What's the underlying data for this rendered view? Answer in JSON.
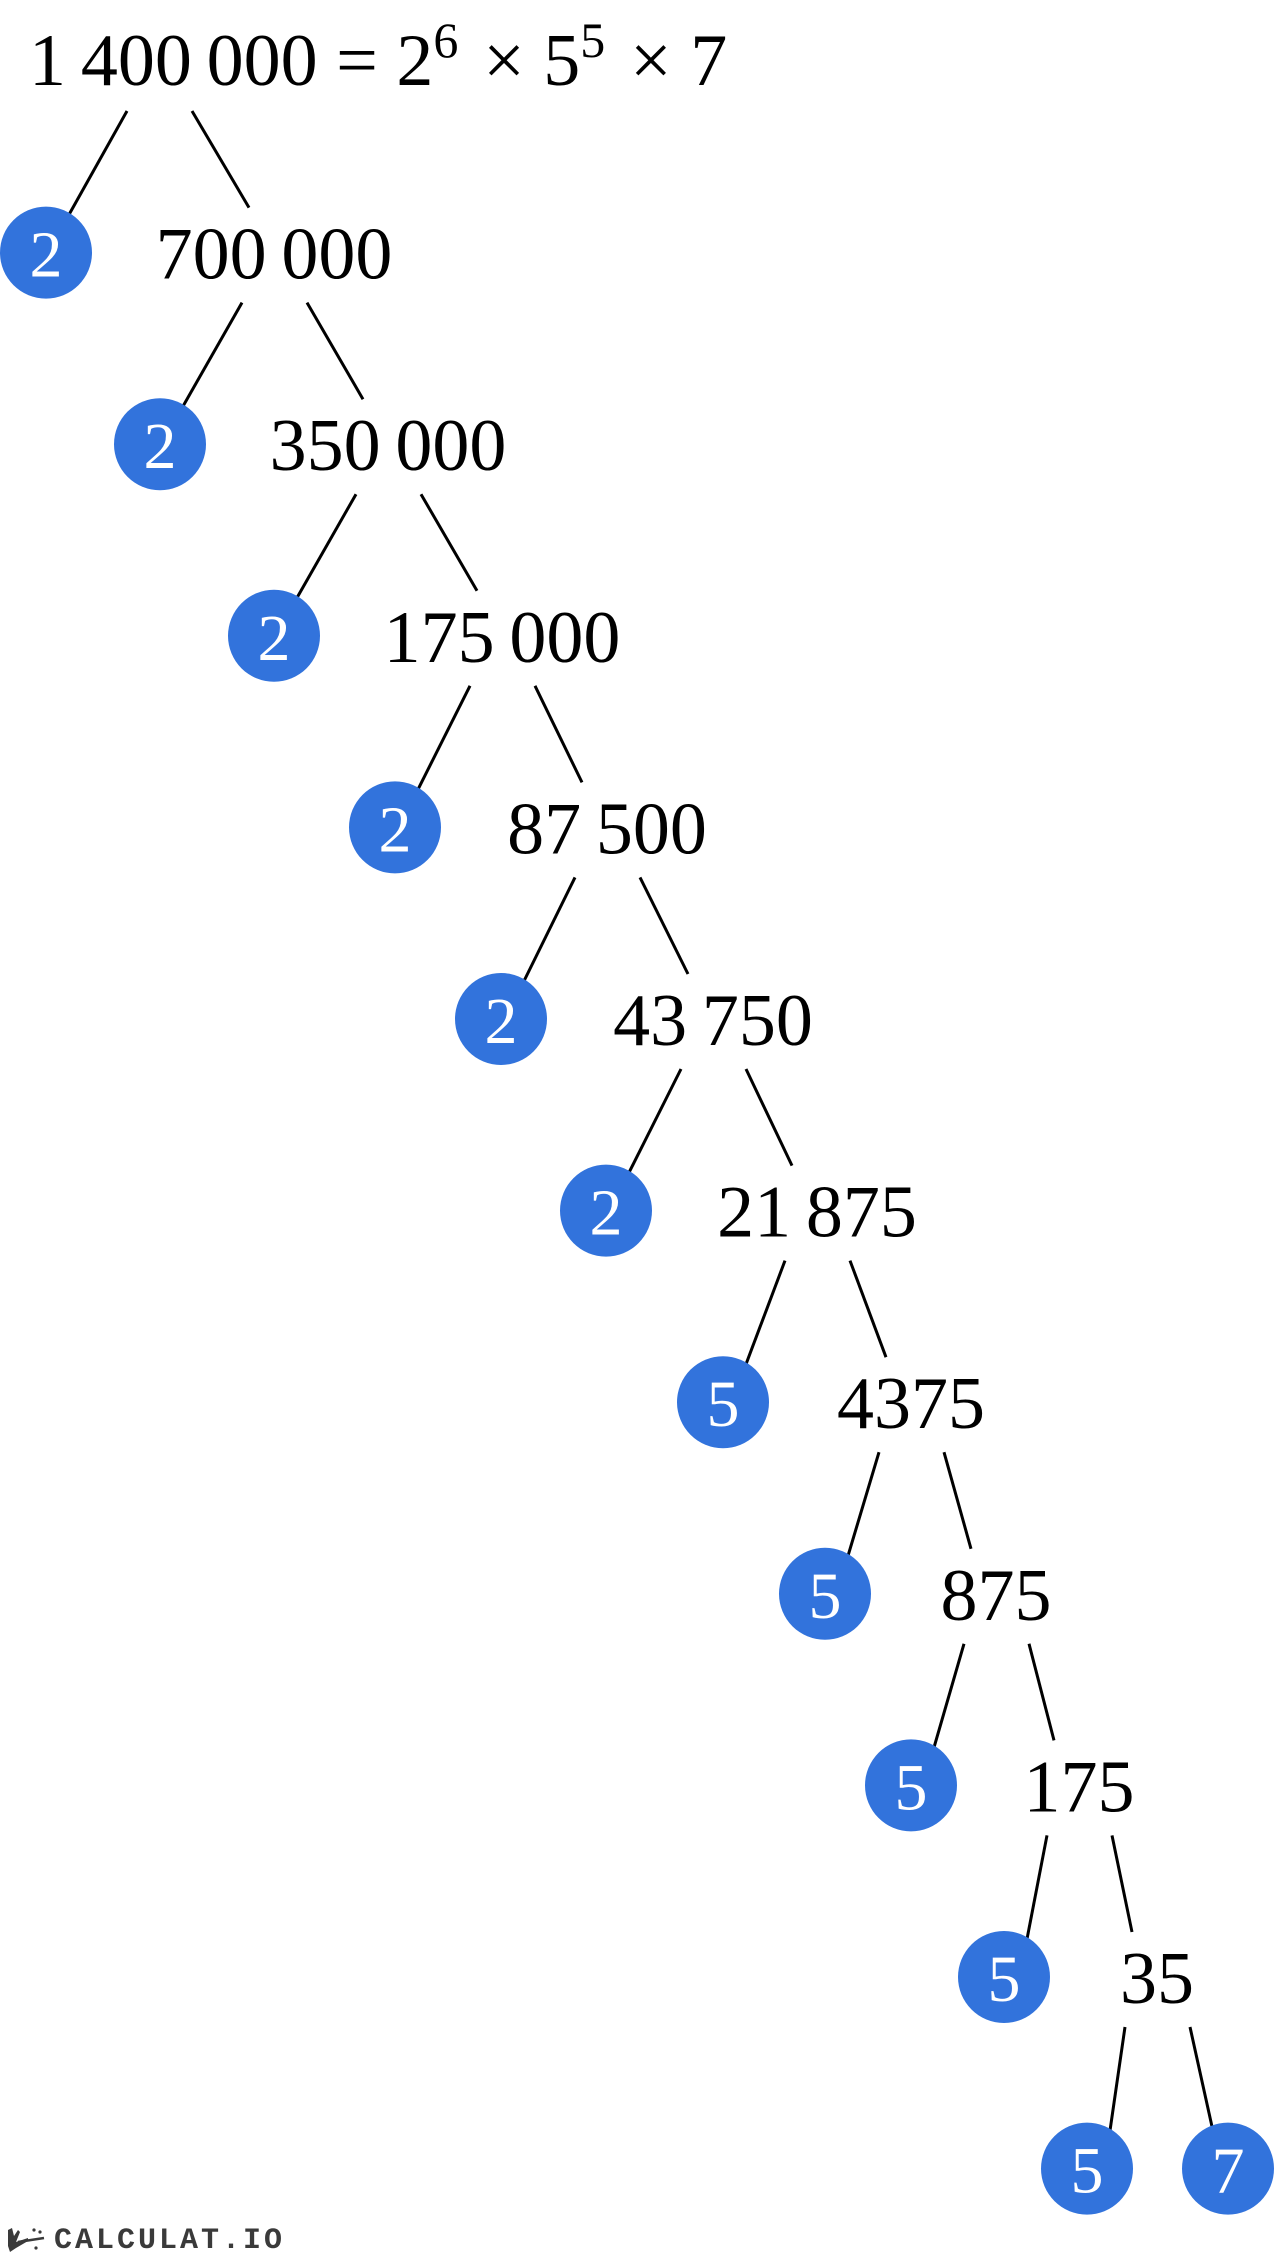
{
  "title": {
    "number": "1 400 000",
    "equals": "=",
    "times": "×",
    "factors": [
      {
        "base": "2",
        "exp": "6"
      },
      {
        "base": "5",
        "exp": "5"
      },
      {
        "base": "7",
        "exp": ""
      }
    ]
  },
  "tree": {
    "circle_color": "#3273dc",
    "levels": [
      {
        "factor": "2",
        "quotient": "700 000"
      },
      {
        "factor": "2",
        "quotient": "350 000"
      },
      {
        "factor": "2",
        "quotient": "175 000"
      },
      {
        "factor": "2",
        "quotient": "87 500"
      },
      {
        "factor": "2",
        "quotient": "43 750"
      },
      {
        "factor": "2",
        "quotient": "21 875"
      },
      {
        "factor": "5",
        "quotient": "4375"
      },
      {
        "factor": "5",
        "quotient": "875"
      },
      {
        "factor": "5",
        "quotient": "175"
      },
      {
        "factor": "5",
        "quotient": "35"
      },
      {
        "factor": "5",
        "quotient": "7",
        "final_prime": true
      }
    ]
  },
  "logo": {
    "text": "CALCULAT.IO"
  }
}
